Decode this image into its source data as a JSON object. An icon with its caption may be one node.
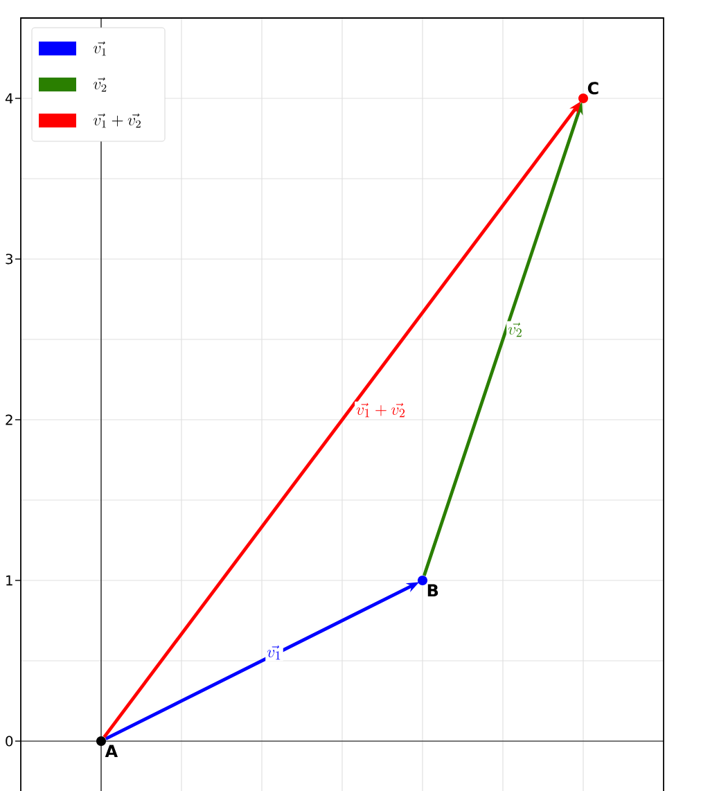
{
  "diagram": {
    "nodes": [
      {
        "text": [
          "A"
        ]
      },
      {
        "text": [
          "B"
        ]
      },
      {
        "text": [
          "C"
        ]
      }
    ],
    "edges": [
      {
        "from": 0,
        "to": 1,
        "arrow": "to",
        "label": "\\vec{v_1}",
        "color": "#0000ff"
      },
      {
        "from": 1,
        "to": 2,
        "arrow": "to",
        "label": "\\vec{v_2}",
        "color": "#2a7f00"
      },
      {
        "from": 0,
        "to": 2,
        "arrow": "to",
        "label": "\\vec{v_1}+\\vec{v_2}",
        "color": "#ff0000"
      }
    ],
    "labels": [
      "4",
      "3",
      "2",
      "1",
      "0"
    ],
    "legend": [
      {
        "text": "\\vec{v_1}",
        "color": "#0000ff"
      },
      {
        "text": "\\vec{v_2}",
        "color": "#2a7f00"
      },
      {
        "text": "\\vec{v_1}+\\vec{v_2}",
        "color": "#ff0000"
      }
    ]
  }
}
